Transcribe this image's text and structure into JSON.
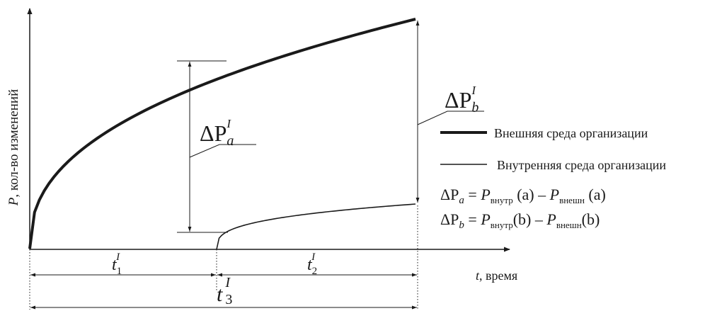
{
  "axes": {
    "y_label_var": "P",
    "y_label_text": ", кол-во изменений",
    "x_label_var": "t",
    "x_label_text": ", время"
  },
  "annotations": {
    "delta_a": {
      "main": "ΔP",
      "sub": "a",
      "sup": "I"
    },
    "delta_b": {
      "main": "ΔP",
      "sub": "b",
      "sup": "I"
    },
    "t1": {
      "main": "t",
      "sub": "1",
      "sup": "I"
    },
    "t2": {
      "main": "t",
      "sub": "2",
      "sup": "I"
    },
    "t3": {
      "main": "t",
      "sub": "3",
      "sup": "I"
    }
  },
  "legend": {
    "external": "Внешняя среда организации",
    "internal": "Внутренняя среда организации"
  },
  "formulas": {
    "a": {
      "lhs": "ΔP",
      "lhs_sub": "a",
      "eq": " = ",
      "p1": "P",
      "p1_sub": "внутр",
      "arg1": " (a)",
      "minus": " – ",
      "p2": "P",
      "p2_sub": "внешн",
      "arg2": " (a)"
    },
    "b": {
      "lhs": "ΔP",
      "lhs_sub": "b",
      "eq": " = ",
      "p1": "P",
      "p1_sub": "внутр",
      "arg1": "(b)",
      "minus": " – ",
      "p2": "P",
      "p2_sub": "внешн",
      "arg2": "(b)"
    }
  },
  "colors": {
    "ink": "#1a1a1a"
  }
}
